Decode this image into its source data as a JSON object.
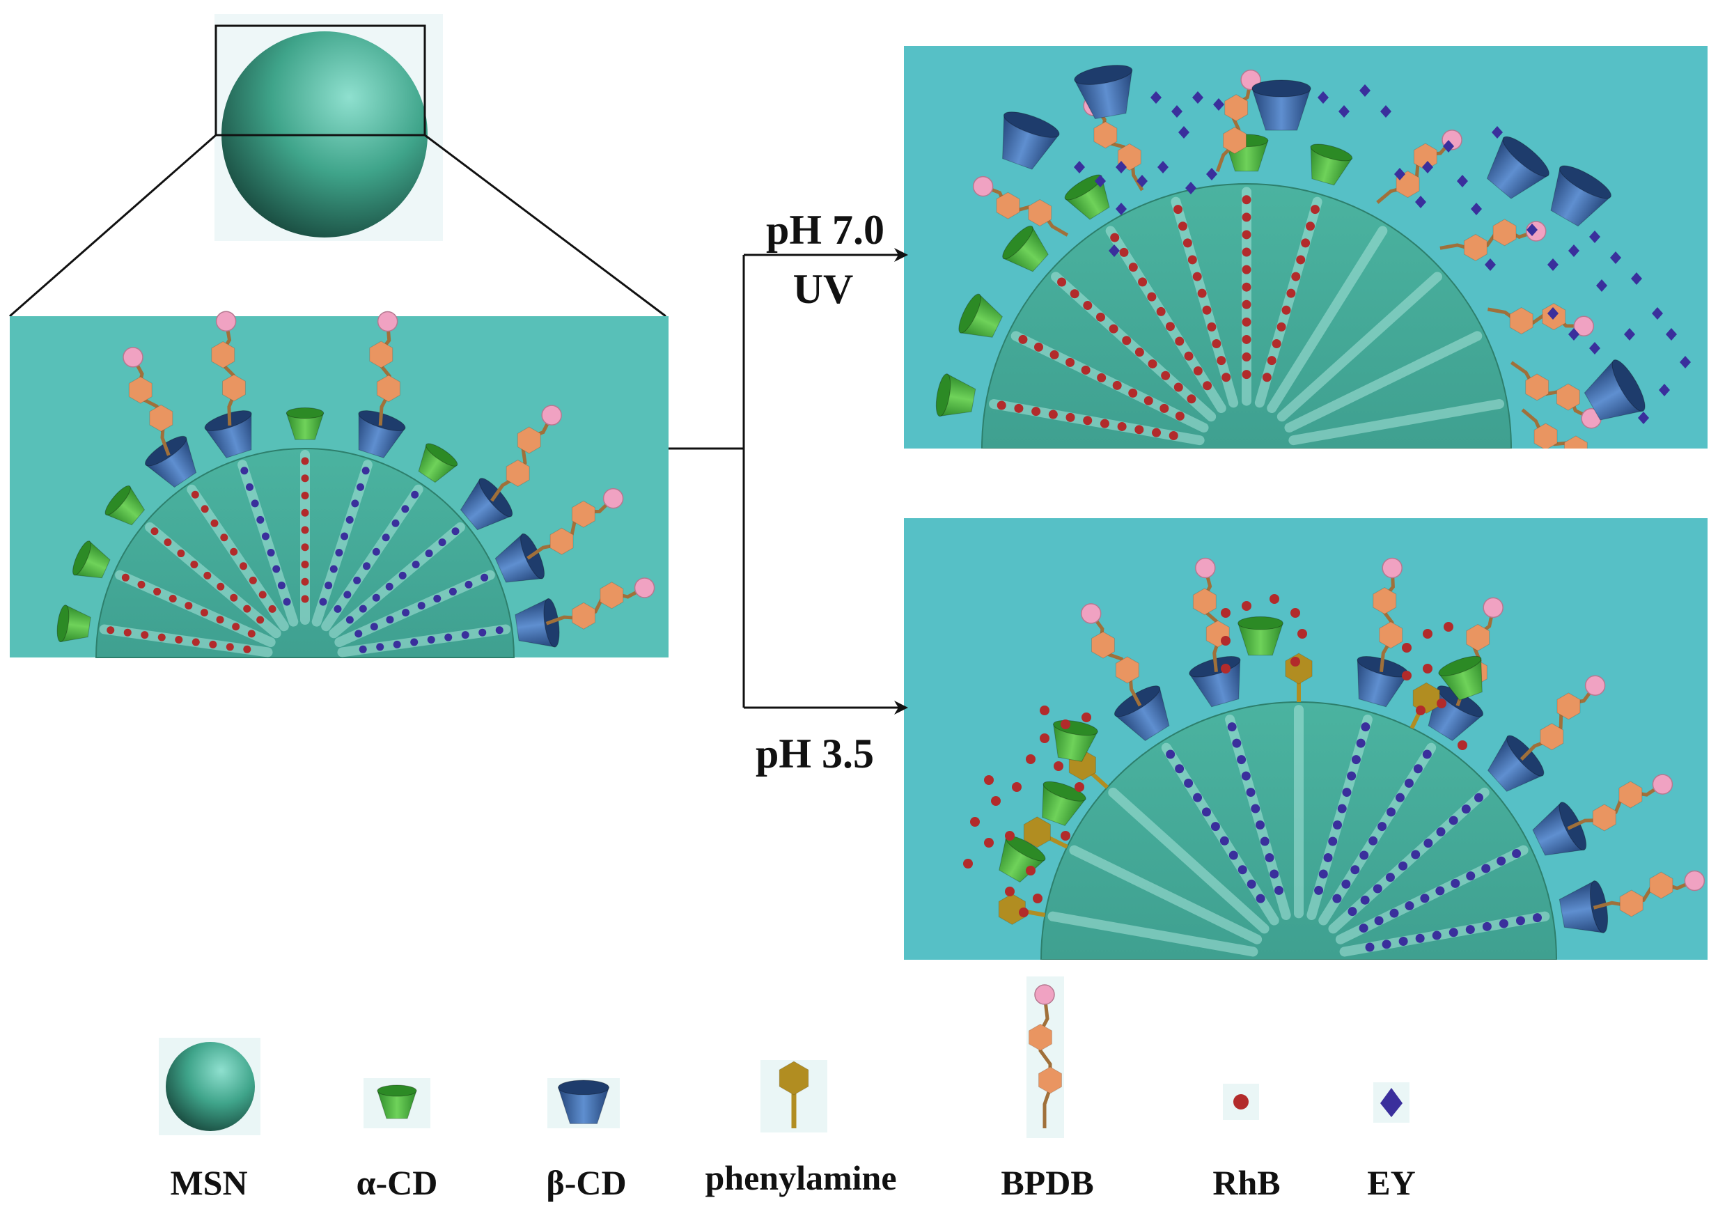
{
  "conditions": {
    "top_line1": "pH 7.0",
    "top_line2": "UV",
    "bottom": "pH 3.5"
  },
  "legend": [
    {
      "id": "msn",
      "label": "MSN"
    },
    {
      "id": "alpha-cd",
      "label": "α-CD"
    },
    {
      "id": "beta-cd",
      "label": "β-CD"
    },
    {
      "id": "phenylamine",
      "label": "phenylamine"
    },
    {
      "id": "bpdb",
      "label": "BPDB"
    },
    {
      "id": "rhb",
      "label": "RhB"
    },
    {
      "id": "ey",
      "label": "EY"
    }
  ],
  "colors": {
    "panel_left": "#58c0b8",
    "panel_right": "#56c0c6",
    "particle": "#4fb39b",
    "particle_dark": "#2d7f6c",
    "alpha_cd": "#45b73a",
    "beta_cd": "#3a66a8",
    "phenylamine": "#b18d21",
    "bpdb": "#e99561",
    "bpdb_tip": "#f0a2c2",
    "rhb": "#b22b2b",
    "ey": "#3a2f9c"
  }
}
